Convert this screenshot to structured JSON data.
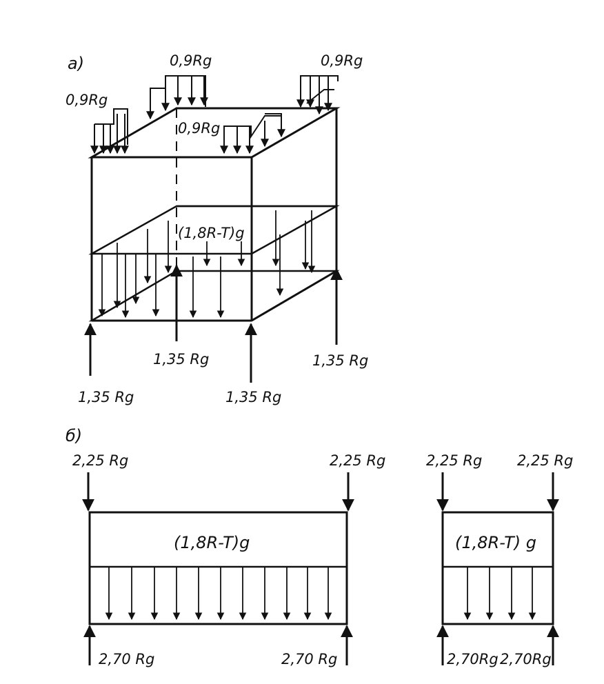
{
  "figure": {
    "panel_a": {
      "label": "а)",
      "top_loads": [
        "0,9Rg",
        "0,9Rg",
        "0,9Rg",
        "0,9Rg"
      ],
      "middle_load": "(1,8R-T)g",
      "supports": [
        "1,35 Rg",
        "1,35 Rg",
        "1,35 Rg",
        "1,35 Rg"
      ]
    },
    "panel_b": {
      "label": "б)",
      "long_beam": {
        "top_left": "2,25 Rg",
        "top_right": "2,25 Rg",
        "load": "(1,8R-T)g",
        "bottom_left": "2,70 Rg",
        "bottom_right": "2,70 Rg"
      },
      "short_beam": {
        "top_left": "2,25 Rg",
        "top_right": "2,25 Rg",
        "load": "(1,8R-T) g",
        "bottom_left": "2,70Rg",
        "bottom_right": "2,70Rg"
      }
    }
  }
}
